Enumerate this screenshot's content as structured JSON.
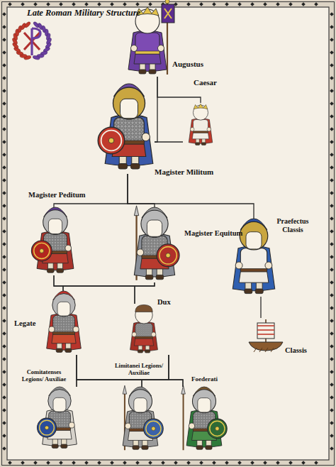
{
  "diagram": {
    "title": "Late Roman Military Structure",
    "nodes": [
      {
        "text": [
          "Augustus"
        ]
      },
      {
        "text": [
          "Caesar"
        ]
      },
      {
        "text": [
          "Magister Militum"
        ]
      },
      {
        "text": [
          "Magister Peditum"
        ]
      },
      {
        "text": [
          "Magister Equitum"
        ]
      },
      {
        "text": [
          "Praefectus Classis"
        ]
      },
      {
        "text": [
          "Legate"
        ]
      },
      {
        "text": [
          "Dux"
        ]
      },
      {
        "text": [
          "Classis"
        ]
      },
      {
        "text": [
          "Comitatenses Legions/ Auxiliae"
        ]
      },
      {
        "text": [
          "Limitanei Legions/ Auxiliae"
        ]
      },
      {
        "text": [
          "Foederati"
        ]
      }
    ],
    "edges": [
      {
        "from": 0,
        "to": 1,
        "arrow": "none"
      },
      {
        "from": 0,
        "to": 2,
        "arrow": "none"
      },
      {
        "from": 1,
        "to": 2,
        "arrow": "none"
      },
      {
        "from": 2,
        "to": 3,
        "arrow": "none"
      },
      {
        "from": 2,
        "to": 4,
        "arrow": "none"
      },
      {
        "from": 2,
        "to": 5,
        "arrow": "none"
      },
      {
        "from": 3,
        "to": 6,
        "arrow": "none"
      },
      {
        "from": 3,
        "to": 7,
        "arrow": "none"
      },
      {
        "from": 4,
        "to": 6,
        "arrow": "none"
      },
      {
        "from": 4,
        "to": 7,
        "arrow": "none"
      },
      {
        "from": 5,
        "to": 8,
        "arrow": "none"
      },
      {
        "from": 6,
        "to": 9,
        "arrow": "none"
      },
      {
        "from": 6,
        "to": 10,
        "arrow": "none"
      },
      {
        "from": 6,
        "to": 11,
        "arrow": "none"
      },
      {
        "from": 7,
        "to": 9,
        "arrow": "none"
      },
      {
        "from": 7,
        "to": 10,
        "arrow": "none"
      },
      {
        "from": 7,
        "to": 11,
        "arrow": "none"
      }
    ]
  }
}
